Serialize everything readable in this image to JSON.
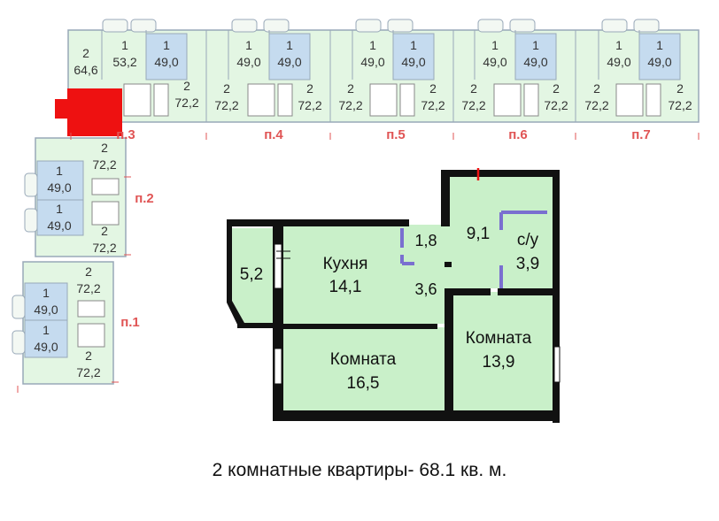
{
  "site_plan": {
    "sections": [
      "п.1",
      "п.2",
      "п.3",
      "п.4",
      "п.5",
      "п.6",
      "п.7"
    ],
    "units": {
      "s3_left": {
        "rooms": "2",
        "area": "64,6"
      },
      "s3_mid": {
        "rooms": "1",
        "area": "53,2"
      },
      "s3_right": {
        "rooms": "1",
        "area": "49,0"
      },
      "s3_low": {
        "rooms": "2",
        "area": "72,2"
      },
      "s4_a": {
        "rooms": "1",
        "area": "49,0"
      },
      "s4_b": {
        "rooms": "1",
        "area": "49,0"
      },
      "s4_c": {
        "rooms": "2",
        "area": "72,2"
      },
      "s4_d": {
        "rooms": "2",
        "area": "72,2"
      },
      "s5_a": {
        "rooms": "1",
        "area": "49,0"
      },
      "s5_b": {
        "rooms": "1",
        "area": "49,0"
      },
      "s5_c": {
        "rooms": "2",
        "area": "72,2"
      },
      "s5_d": {
        "rooms": "2",
        "area": "72,2"
      },
      "s6_a": {
        "rooms": "1",
        "area": "49,0"
      },
      "s6_b": {
        "rooms": "1",
        "area": "49,0"
      },
      "s6_c": {
        "rooms": "2",
        "area": "72,2"
      },
      "s6_d": {
        "rooms": "2",
        "area": "72,2"
      },
      "s7_a": {
        "rooms": "1",
        "area": "49,0"
      },
      "s7_b": {
        "rooms": "1",
        "area": "49,0"
      },
      "s7_c": {
        "rooms": "2",
        "area": "72,2"
      },
      "s7_d": {
        "rooms": "2",
        "area": "72,2"
      },
      "s2_top": {
        "rooms": "2",
        "area": "72,2"
      },
      "s2_a": {
        "rooms": "1",
        "area": "49,0"
      },
      "s2_b": {
        "rooms": "1",
        "area": "49,0"
      },
      "s2_bot": {
        "rooms": "2",
        "area": "72,2"
      },
      "s1_top": {
        "rooms": "2",
        "area": "72,2"
      },
      "s1_a": {
        "rooms": "1",
        "area": "49,0"
      },
      "s1_b": {
        "rooms": "1",
        "area": "49,0"
      },
      "s1_bot": {
        "rooms": "2",
        "area": "72,2"
      }
    }
  },
  "apartment": {
    "balcony_area": "5,2",
    "kitchen_name": "Кухня",
    "kitchen_area": "14,1",
    "pantry_area": "1,8",
    "corridor_area": "3,6",
    "hall_area": "9,1",
    "bathroom_name": "с/у",
    "bathroom_area": "3,9",
    "room1_name": "Комната",
    "room1_area": "16,5",
    "room2_name": "Комната",
    "room2_area": "13,9"
  },
  "caption": "2 комнатные квартиры- 68.1 кв. м.",
  "colors": {
    "wall": "#111111",
    "room_fill": "#c9f0c9",
    "blue_unit": "#c5dbef",
    "light_green": "#e3f6e3",
    "highlight": "#ee1111",
    "section_label": "#e05555",
    "bath_line": "#7a6fd0",
    "outline": "#98a8b8"
  }
}
